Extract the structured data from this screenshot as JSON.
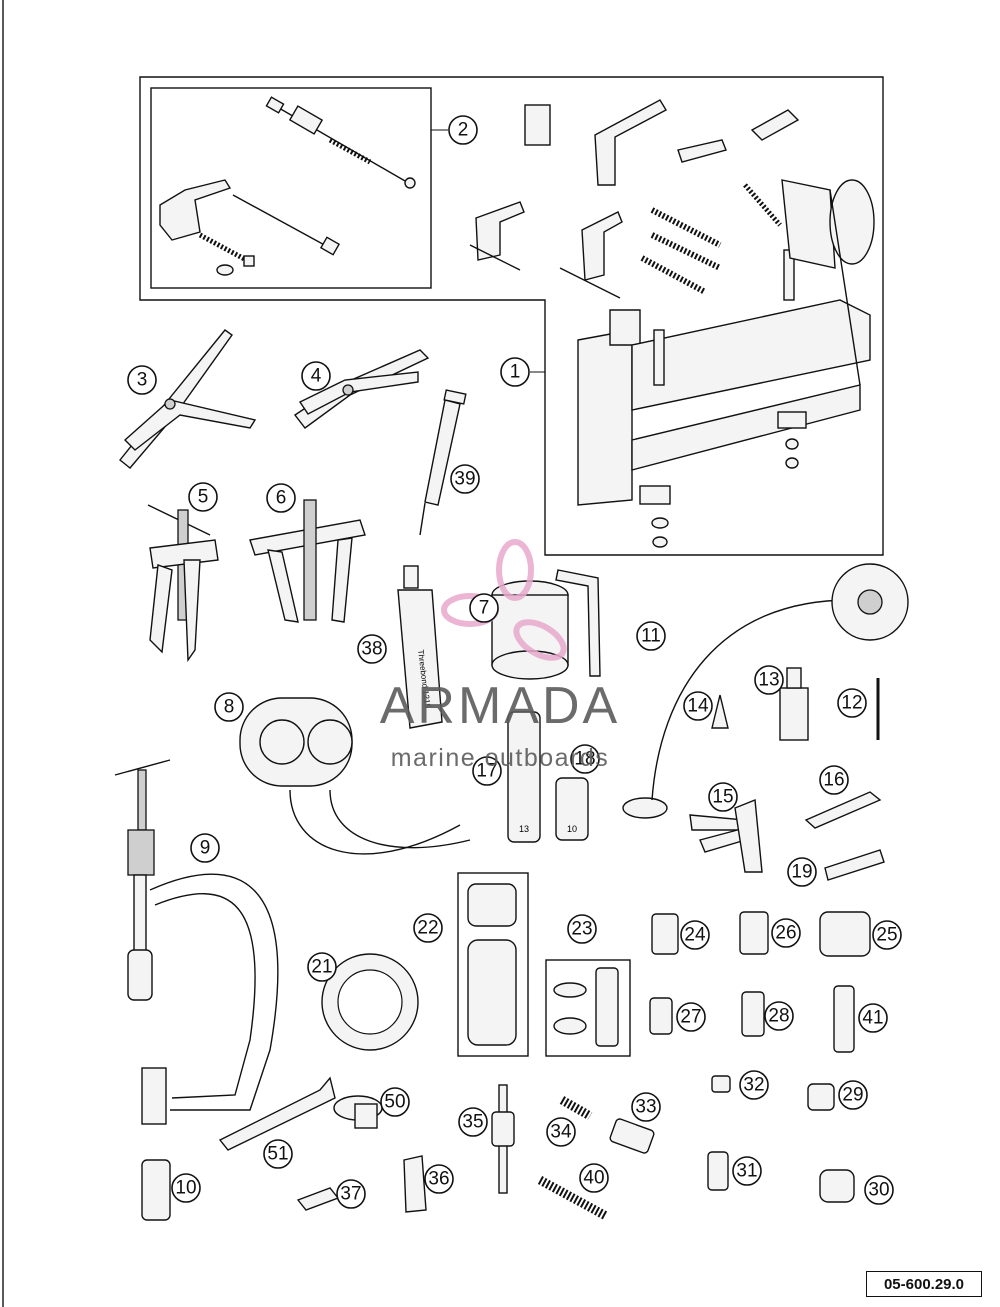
{
  "drawing_code": "05-600.29.0",
  "watermark": {
    "title": "ARMADA",
    "subtitle": "marine outboards",
    "accent": "#e8a9cc"
  },
  "callouts": [
    "1",
    "2",
    "3",
    "4",
    "5",
    "6",
    "7",
    "8",
    "9",
    "10",
    "11",
    "12",
    "13",
    "14",
    "15",
    "16",
    "17",
    "18",
    "19",
    "21",
    "22",
    "23",
    "24",
    "25",
    "26",
    "27",
    "28",
    "29",
    "30",
    "31",
    "32",
    "33",
    "34",
    "35",
    "36",
    "37",
    "38",
    "39",
    "40",
    "41",
    "50",
    "51"
  ],
  "socket_labels": {
    "large": "13",
    "small": "10"
  },
  "tube_label": "Threebond 1215"
}
